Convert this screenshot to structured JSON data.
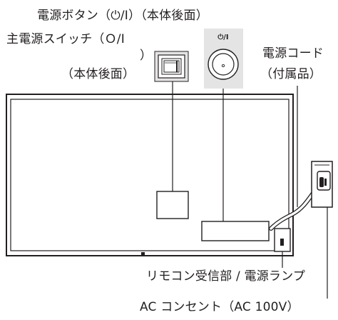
{
  "labels": {
    "power_button": "電源ボタン（⏻/Ⅰ）（本体後面）",
    "main_power_switch_line1": "主電源スイッチ（Ｏ/Ⅰ",
    "main_power_switch_line2": "）",
    "main_power_switch_line3": "（本体後面）",
    "power_cord_line1": "電源コード",
    "power_cord_line2": "（付属品）",
    "remote_sensor": "リモコン受信部 / 電源ランプ",
    "ac_outlet": "AC コンセント（AC 100V）"
  },
  "button_glyph": "⏻/Ⅰ",
  "colors": {
    "line": "#231f20",
    "callout_bg": "#e4e4e4",
    "screen": "#ffffff",
    "bezel": "#231f20"
  }
}
